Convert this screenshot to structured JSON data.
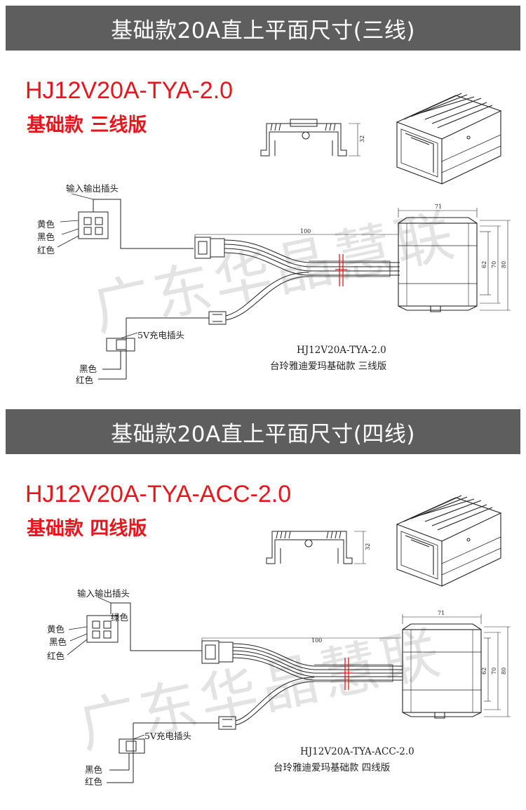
{
  "sections": [
    {
      "banner": "基础款20A直上平面尺寸(三线)",
      "model": "HJ12V20A-TYA-2.0",
      "edition": "基础款 三线版",
      "labels": {
        "io_plug": "输入输出插头",
        "yellow": "黄色",
        "black": "黑色",
        "red": "红色",
        "charge_plug": "5V充电插头",
        "charge_black": "黑色",
        "charge_red": "红色"
      },
      "dims": {
        "length": "100",
        "width": "71",
        "d62": "62",
        "d70": "70",
        "d80": "80",
        "height": "32"
      },
      "caption_model": "HJ12V20A-TYA-2.0",
      "caption_desc": "台玲雅迪爱玛基础款   三线版"
    },
    {
      "banner": "基础款20A直上平面尺寸(四线)",
      "model": "HJ12V20A-TYA-ACC-2.0",
      "edition": "基础款 四线版",
      "labels": {
        "io_plug": "输入输出插头",
        "green": "绿色",
        "yellow": "黄色",
        "black": "黑色",
        "red": "红色",
        "charge_plug": "5V充电插头",
        "charge_black": "黑色",
        "charge_red": "红色"
      },
      "dims": {
        "length": "100",
        "width": "71",
        "d62": "62",
        "d70": "70",
        "d80": "80",
        "height": "32"
      },
      "caption_model": "HJ12V20A-TYA-ACC-2.0",
      "caption_desc": "台玲雅迪爱玛基础款   四线版"
    }
  ],
  "watermark": "广东华晶慧联",
  "colors": {
    "banner_bg": "#5e5e5e",
    "banner_text": "#ffffff",
    "accent_red": "#e8161c",
    "line": "#222222"
  }
}
